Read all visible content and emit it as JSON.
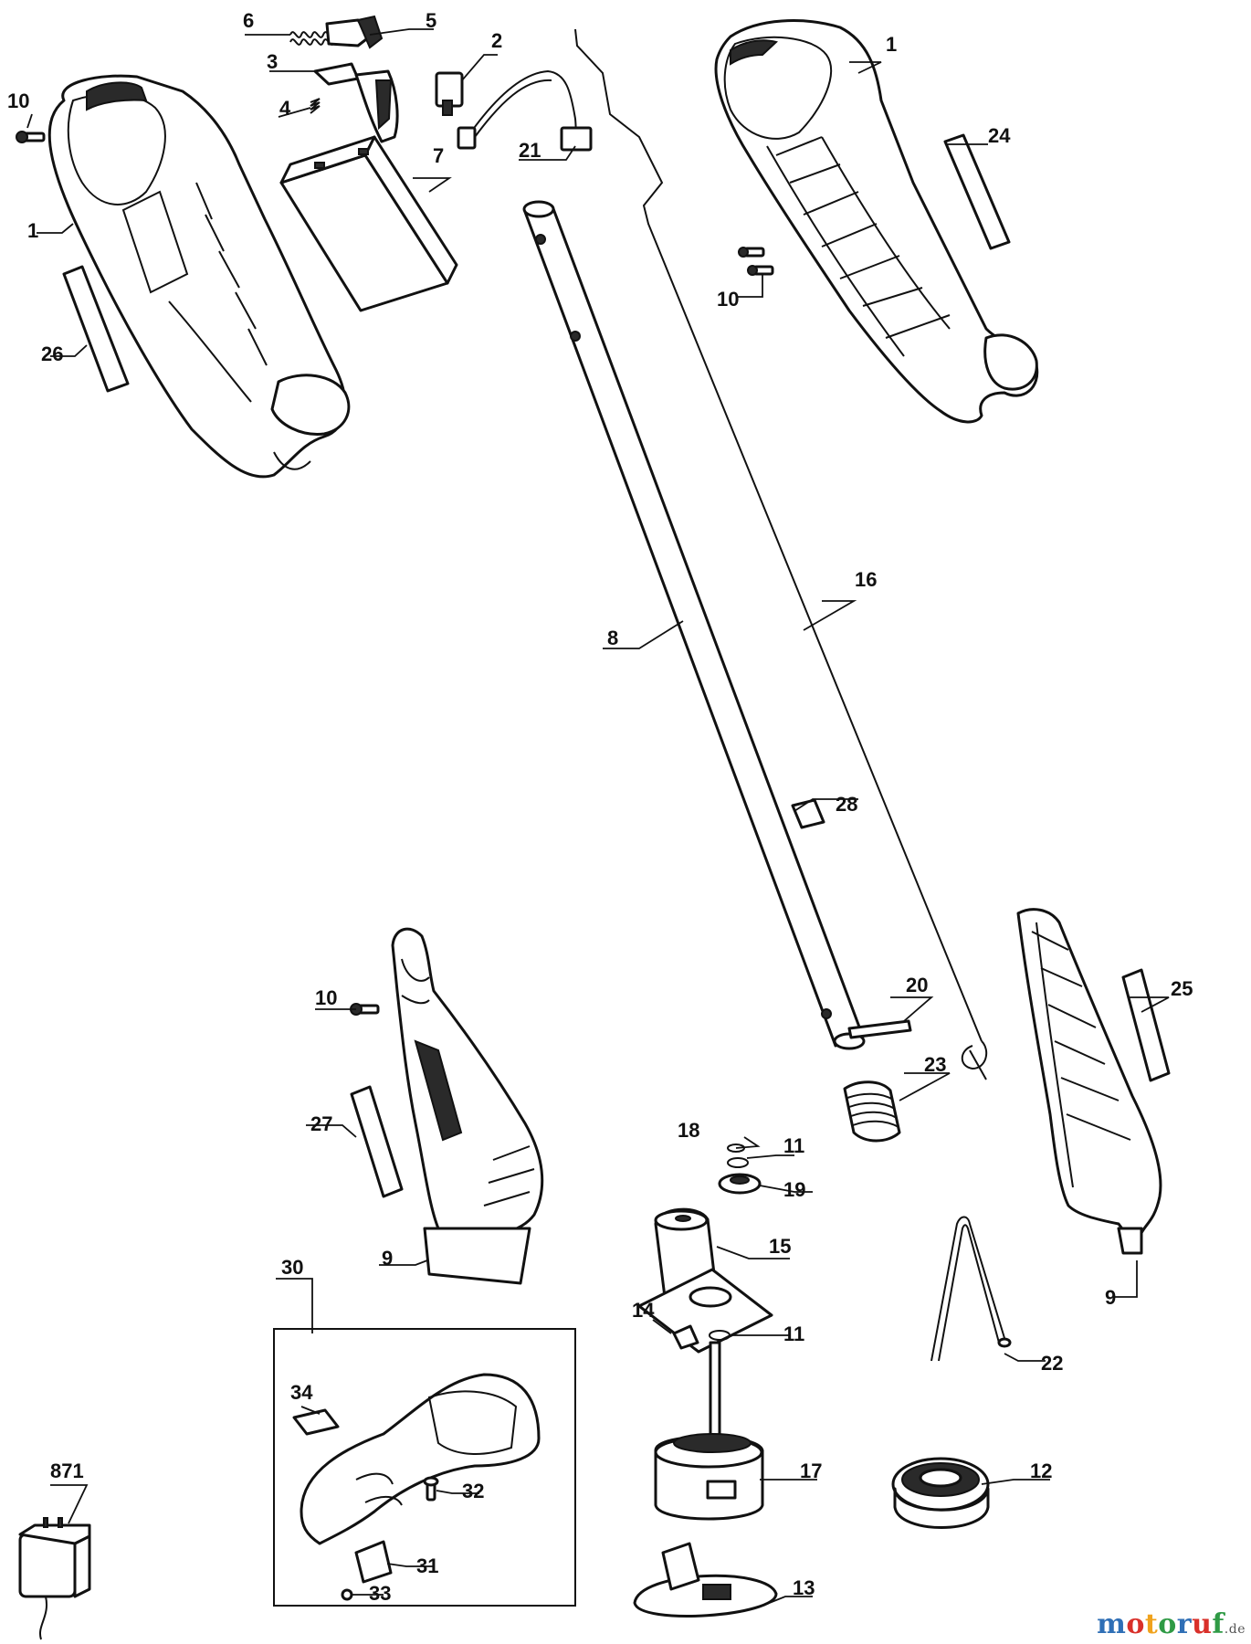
{
  "labels": {
    "l1a": "1",
    "l1b": "1",
    "l2": "2",
    "l3": "3",
    "l4": "4",
    "l5": "5",
    "l6": "6",
    "l7": "7",
    "l8": "8",
    "l9a": "9",
    "l9b": "9",
    "l10a": "10",
    "l10b": "10",
    "l10c": "10",
    "l11a": "11",
    "l11b": "11",
    "l12": "12",
    "l13": "13",
    "l14": "14",
    "l15": "15",
    "l16": "16",
    "l17": "17",
    "l18": "18",
    "l19": "19",
    "l20": "20",
    "l21": "21",
    "l22": "22",
    "l23": "23",
    "l24": "24",
    "l25": "25",
    "l26": "26",
    "l27": "27",
    "l28": "28",
    "l30": "30",
    "l31": "31",
    "l32": "32",
    "l33": "33",
    "l34": "34",
    "l871": "871"
  },
  "watermark": {
    "brand": "motoruf",
    "suffix": ".de",
    "colors": [
      "#2f6fb6",
      "#d9302a",
      "#f0a21c",
      "#2f9a45",
      "#2f6fb6",
      "#d9302a",
      "#2f9a45"
    ]
  }
}
